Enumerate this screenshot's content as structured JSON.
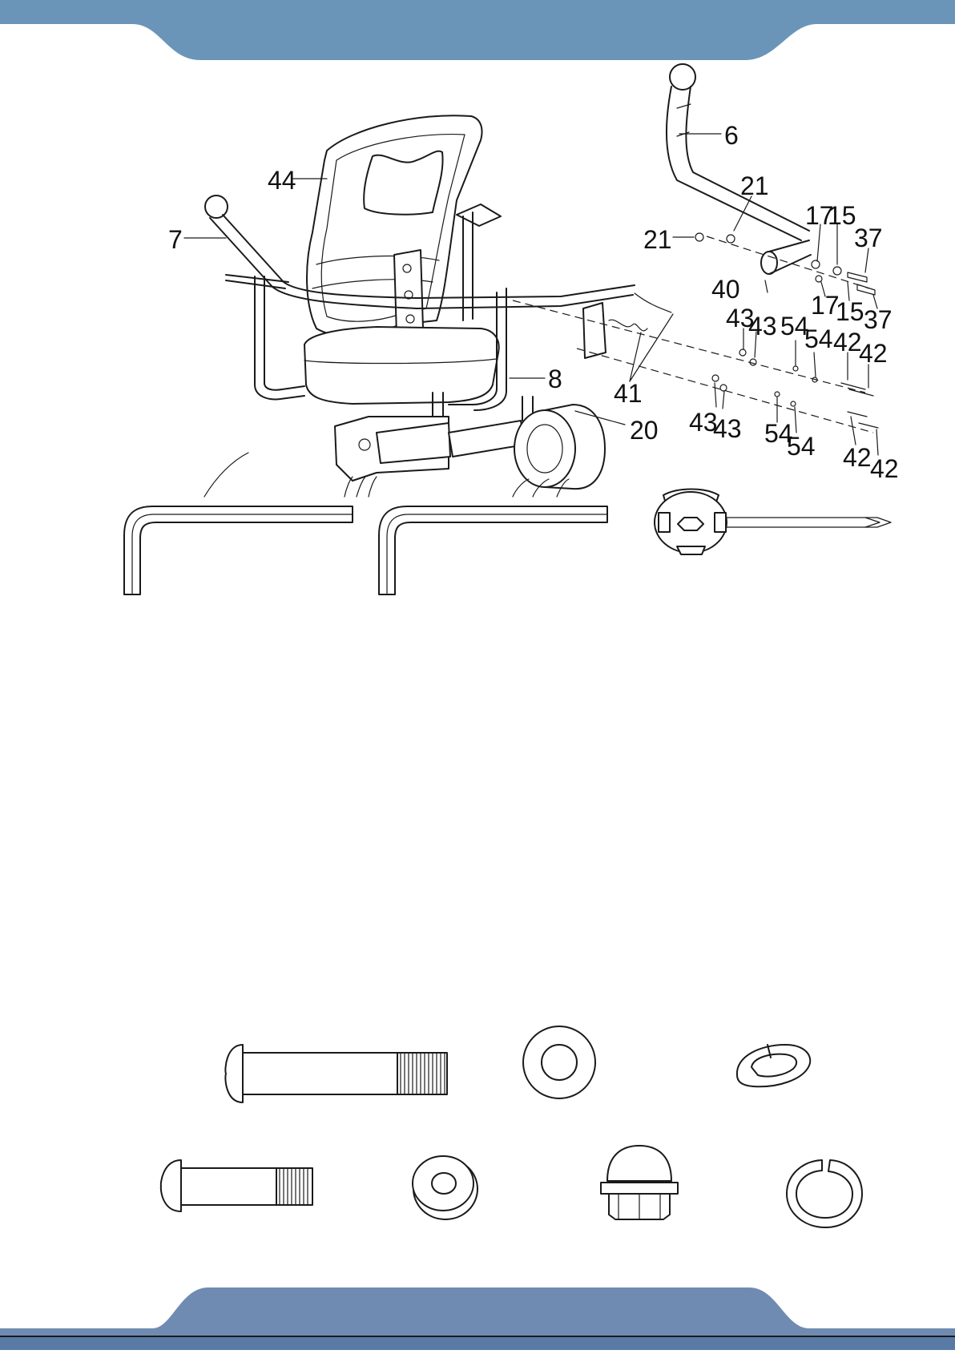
{
  "colors": {
    "header_band": "#6a95b8",
    "footer_band": "#6f8bb2",
    "footer_strip": "#5a7aa6",
    "ink": "#1a1a1a",
    "background": "#ffffff"
  },
  "callouts": {
    "c6": "6",
    "c44": "44",
    "c7": "7",
    "c21a": "21",
    "c21b": "21",
    "c17a": "17",
    "c15a": "15",
    "c37a": "37",
    "c40": "40",
    "c17b": "17",
    "c15b": "15",
    "c37b": "37",
    "c43a": "43",
    "c43b": "43",
    "c54a": "54",
    "c54b": "54",
    "c42a": "42",
    "c42b": "42",
    "c8": "8",
    "c41": "41",
    "c20": "20",
    "c43c": "43",
    "c43d": "43",
    "c54c": "54",
    "c54d": "54",
    "c42c": "42",
    "c42d": "42"
  },
  "tools": [
    "allen-key",
    "allen-key",
    "multi-wrench-screwdriver"
  ],
  "hardware": [
    "long-bolt",
    "flat-washer",
    "spring-washer",
    "short-bolt",
    "thick-washer",
    "acorn-nut",
    "split-ring-washer"
  ]
}
